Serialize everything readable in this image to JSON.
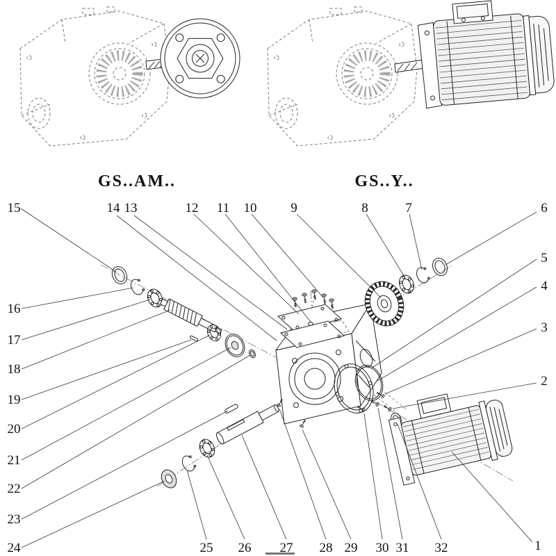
{
  "figure": {
    "type": "exploded-parts-diagram",
    "models": [
      {
        "label": "GS..AM.."
      },
      {
        "label": "GS..Y.."
      }
    ],
    "callouts": [
      "1",
      "2",
      "3",
      "4",
      "5",
      "6",
      "7",
      "8",
      "9",
      "10",
      "11",
      "12",
      "13",
      "14",
      "15",
      "16",
      "17",
      "18",
      "19",
      "20",
      "21",
      "22",
      "23",
      "24",
      "25",
      "26",
      "27",
      "28",
      "29",
      "30",
      "31",
      "32"
    ],
    "line_color": "#1a1a1a"
  }
}
